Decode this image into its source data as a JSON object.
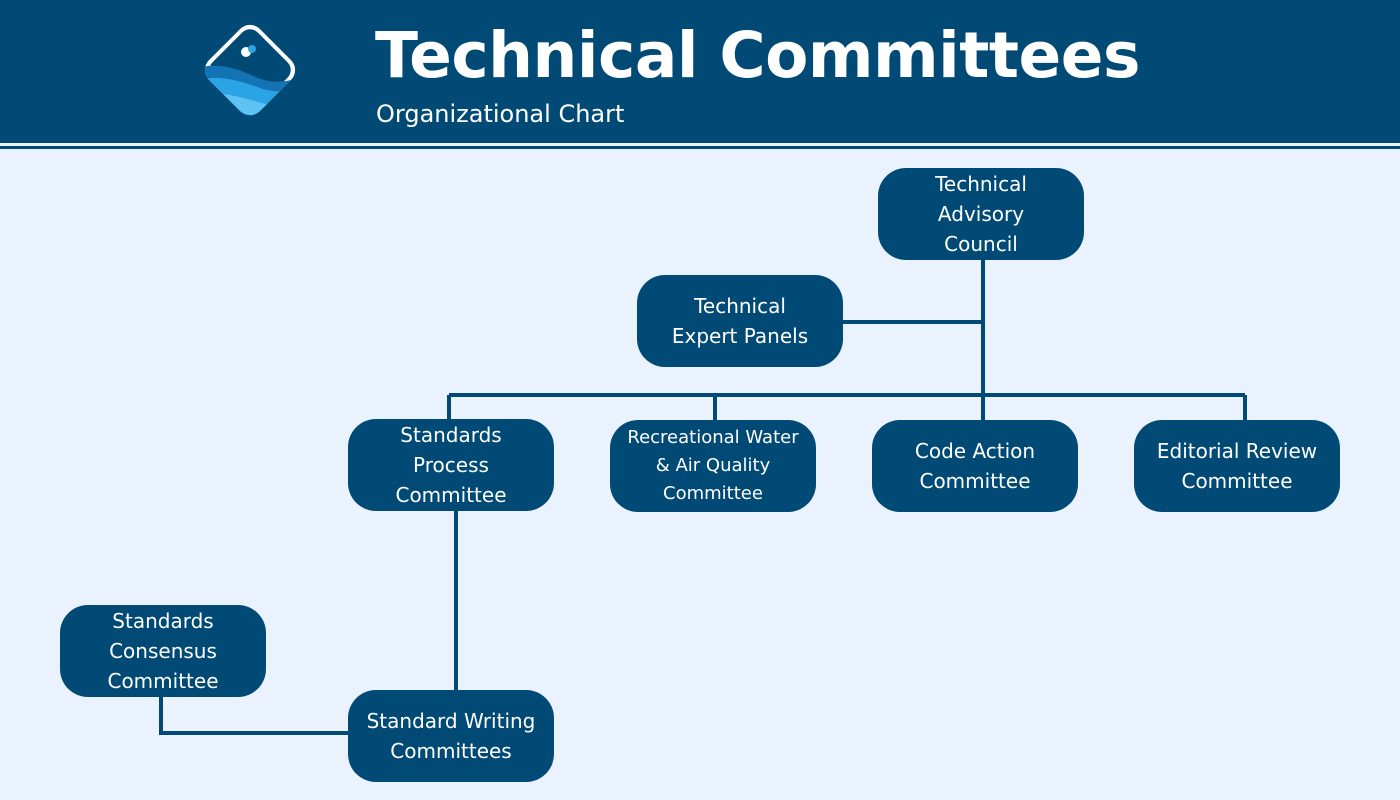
{
  "header": {
    "title": "Technical Committees",
    "subtitle": "Organizational Chart"
  },
  "colors": {
    "primary": "#014a76",
    "background": "#e9f2fd",
    "logo_light_blue": "#2ba4e6",
    "logo_mid_blue": "#1473b5",
    "text_on_primary": "#ffffff"
  },
  "logo": {
    "icon": "wave-logo-icon"
  },
  "nodes": {
    "technical_advisory_council": "Technical\nAdvisory\nCouncil",
    "technical_expert_panels": "Technical\nExpert Panels",
    "standards_process_committee": "Standards\nProcess\nCommittee",
    "recreational_water_air_quality_committee": "Recreational Water\n& Air Quality\nCommittee",
    "code_action_committee": "Code Action\nCommittee",
    "editorial_review_committee": "Editorial Review\nCommittee",
    "standards_consensus_committee": "Standards\nConsensus\nCommittee",
    "standard_writing_committees": "Standard Writing\nCommittees"
  }
}
